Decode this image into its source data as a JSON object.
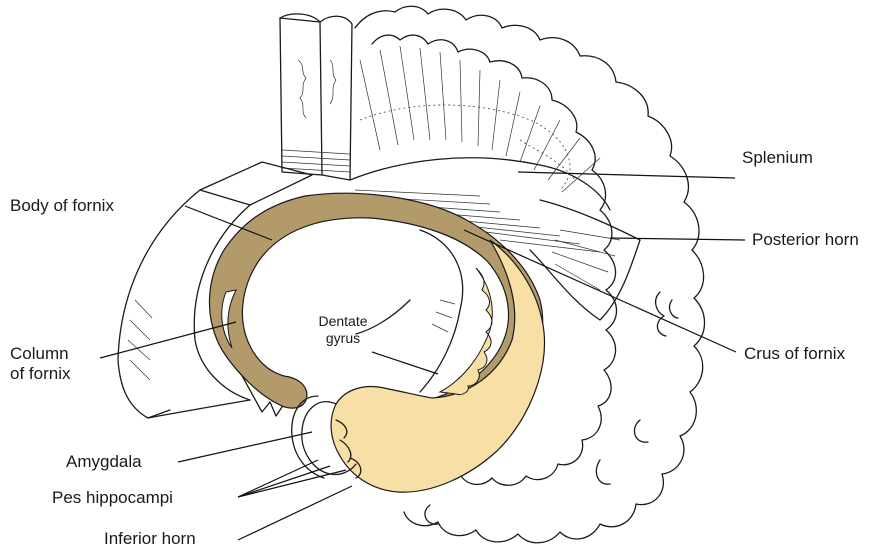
{
  "figure": {
    "labels": {
      "splenium": "Splenium",
      "body_of_fornix": "Body of fornix",
      "posterior_horn": "Posterior horn",
      "column_line1": "Column",
      "column_line2": "of fornix",
      "dentate_line1": "Dentate",
      "dentate_line2": "gyrus",
      "crus_of_fornix": "Crus of fornix",
      "amygdala": "Amygdala",
      "pes_hippocampi": "Pes hippocampi",
      "inferior_horn": "Inferior horn"
    },
    "colors": {
      "fornix": "#b29a6a",
      "hippocampus": "#f7dfa6",
      "ink": "#1a1a1a",
      "background": "#ffffff"
    }
  }
}
